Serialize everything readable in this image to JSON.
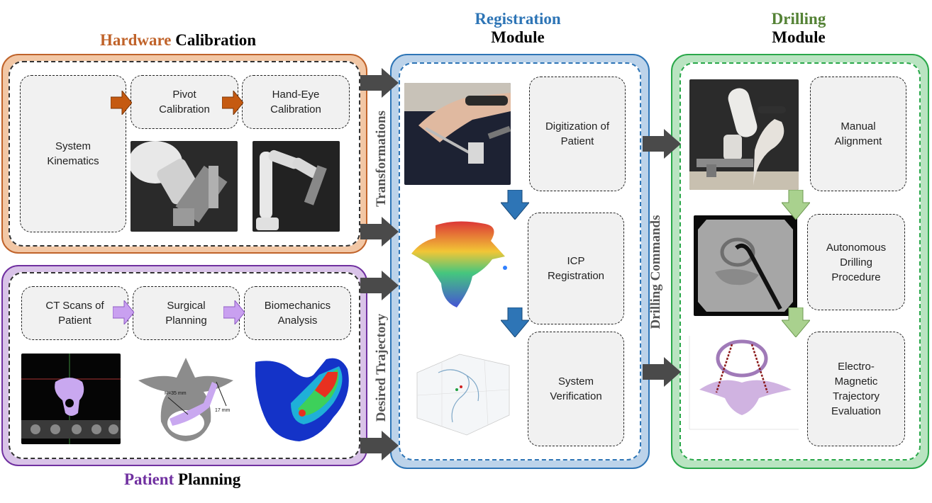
{
  "sections": {
    "hardware": {
      "title_colored": "Hardware",
      "title_rest": "Calibration"
    },
    "patient": {
      "title_colored": "Patient",
      "title_rest": "Planning"
    },
    "registration": {
      "title_colored": "Registration",
      "title_rest": "Module"
    },
    "drilling": {
      "title_colored": "Drilling",
      "title_rest": "Module"
    }
  },
  "colors": {
    "hardware_fill": "#f2c7a5",
    "hardware_border": "#c0632a",
    "patient_fill": "#d9c3e8",
    "patient_border": "#7030a0",
    "registration_fill": "#bcd3ea",
    "registration_border": "#2e75b6",
    "drilling_fill": "#b9e4c1",
    "drilling_border": "#2aa84a",
    "arrow_orange": "#c55a11",
    "arrow_purple": "#c9a0f0",
    "arrow_blue": "#2e75b6",
    "arrow_green": "#a9d18e",
    "arrow_gray": "#4a4a4a"
  },
  "hardware_boxes": {
    "system_kinematics": [
      "System",
      "Kinematics"
    ],
    "pivot_calibration": [
      "Pivot",
      "Calibration"
    ],
    "hand_eye_calibration": [
      "Hand-Eye",
      "Calibration"
    ]
  },
  "patient_boxes": {
    "ct_scans": [
      "CT Scans of",
      "Patient"
    ],
    "surgical_planning": [
      "Surgical",
      "Planning"
    ],
    "biomechanics": [
      "Biomechanics",
      "Analysis"
    ]
  },
  "registration_boxes": {
    "digitization": [
      "Digitization of",
      "Patient"
    ],
    "icp": [
      "ICP",
      "Registration"
    ],
    "verification": [
      "System",
      "Verification"
    ]
  },
  "drilling_boxes": {
    "manual_alignment": [
      "Manual",
      "Alignment"
    ],
    "autonomous": [
      "Autonomous",
      "Drilling",
      "Procedure"
    ],
    "em_evaluation": [
      "Electro-",
      "Magnetic",
      "Trajectory",
      "Evaluation"
    ]
  },
  "vertical_labels": {
    "transformations": "Transformations",
    "desired_trajectory": "Desired Trajectory",
    "drilling_commands": "Drilling Commands"
  },
  "image_labels": {
    "planning_r": "R=35 mm",
    "planning_len": "17 mm"
  }
}
